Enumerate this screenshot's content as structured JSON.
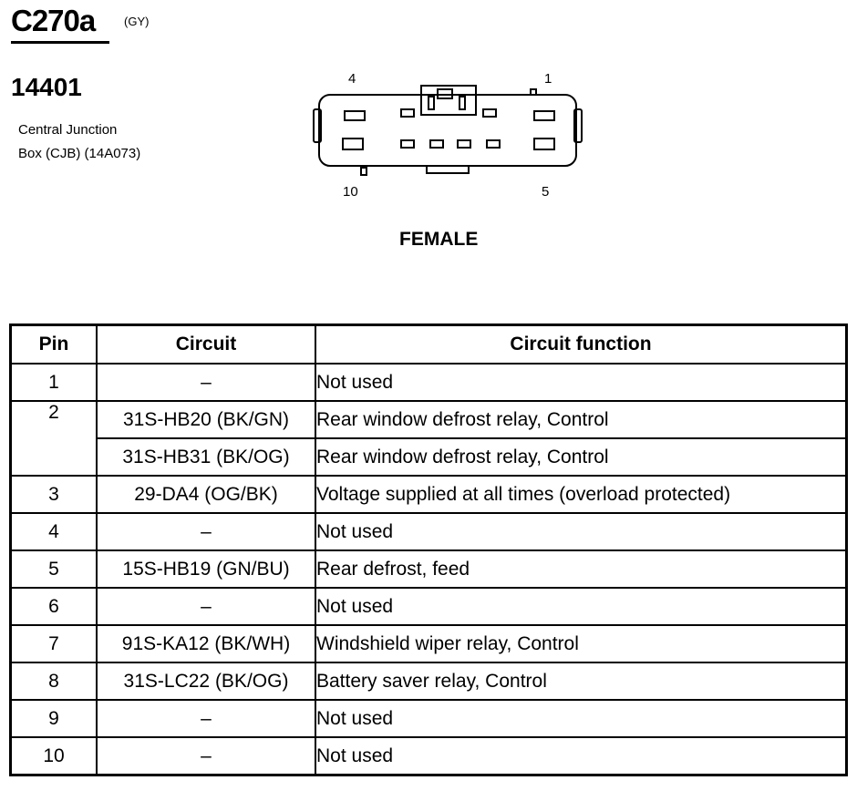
{
  "connector": {
    "id": "C270a",
    "color_code": "(GY)",
    "part_number": "14401",
    "description_line1": "Central Junction",
    "description_line2": "Box (CJB) (14A073)",
    "gender": "FEMALE",
    "pin_labels": {
      "top_left": "4",
      "top_right": "1",
      "bottom_left": "10",
      "bottom_right": "5"
    }
  },
  "table": {
    "headers": [
      "Pin",
      "Circuit",
      "Circuit function"
    ],
    "rows": [
      {
        "pin": "1",
        "circuit": "–",
        "function": "Not used"
      },
      {
        "pin": "2",
        "circuit": "31S-HB20 (BK/GN)",
        "function": "Rear window defrost relay, Control"
      },
      {
        "pin": "",
        "circuit": "31S-HB31 (BK/OG)",
        "function": "Rear window defrost relay, Control"
      },
      {
        "pin": "3",
        "circuit": "29-DA4 (OG/BK)",
        "function": "Voltage supplied at all times (overload protected)"
      },
      {
        "pin": "4",
        "circuit": "–",
        "function": "Not used"
      },
      {
        "pin": "5",
        "circuit": "15S-HB19 (GN/BU)",
        "function": "Rear defrost, feed"
      },
      {
        "pin": "6",
        "circuit": "–",
        "function": "Not used"
      },
      {
        "pin": "7",
        "circuit": "91S-KA12 (BK/WH)",
        "function": "Windshield wiper relay, Control"
      },
      {
        "pin": "8",
        "circuit": "31S-LC22 (BK/OG)",
        "function": "Battery saver relay, Control"
      },
      {
        "pin": "9",
        "circuit": "–",
        "function": "Not used"
      },
      {
        "pin": "10",
        "circuit": "–",
        "function": "Not used"
      }
    ]
  }
}
